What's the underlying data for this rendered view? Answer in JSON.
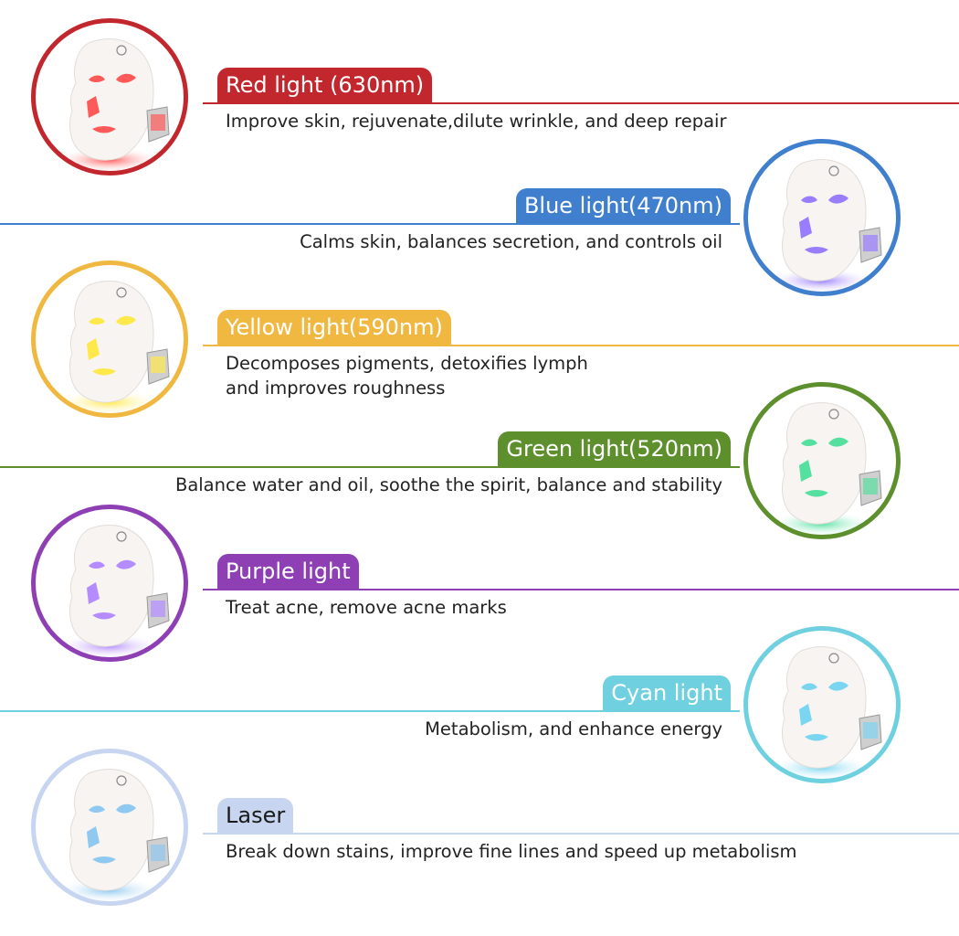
{
  "lights": [
    {
      "title": "Red light (630nm)",
      "lines": [
        "Improve skin, rejuvenate,dilute wrinkle, and deep repair"
      ],
      "color": "#c1272d",
      "glow": "#ff5a5a",
      "side": "left"
    },
    {
      "title": "Blue light(470nm)",
      "lines": [
        "Calms skin, balances secretion, and controls oil"
      ],
      "color": "#3f7fce",
      "glow": "#9a7cff",
      "side": "right"
    },
    {
      "title": "Yellow light(590nm)",
      "lines": [
        "Decomposes pigments, detoxifies lymph",
        "and improves roughness"
      ],
      "color": "#f0b840",
      "glow": "#ffe84a",
      "side": "left"
    },
    {
      "title": "Green light(520nm)",
      "lines": [
        "Balance water and oil, soothe the spirit, balance and stability"
      ],
      "color": "#5d8f2c",
      "glow": "#55e0a0",
      "side": "right"
    },
    {
      "title": "Purple light",
      "lines": [
        "Treat acne, remove acne marks"
      ],
      "color": "#8e3fb4",
      "glow": "#b48cff",
      "side": "left"
    },
    {
      "title": "Cyan light",
      "lines": [
        "Metabolism, and enhance energy"
      ],
      "color": "#6fd0e0",
      "glow": "#7ad6f0",
      "side": "right"
    },
    {
      "title": "Laser",
      "lines": [
        "Break down stains, improve fine lines and speed up metabolism"
      ],
      "color": "#c7d5f0",
      "glow": "#8fc8f0",
      "side": "left",
      "title_color": "#1a1a1a"
    }
  ]
}
